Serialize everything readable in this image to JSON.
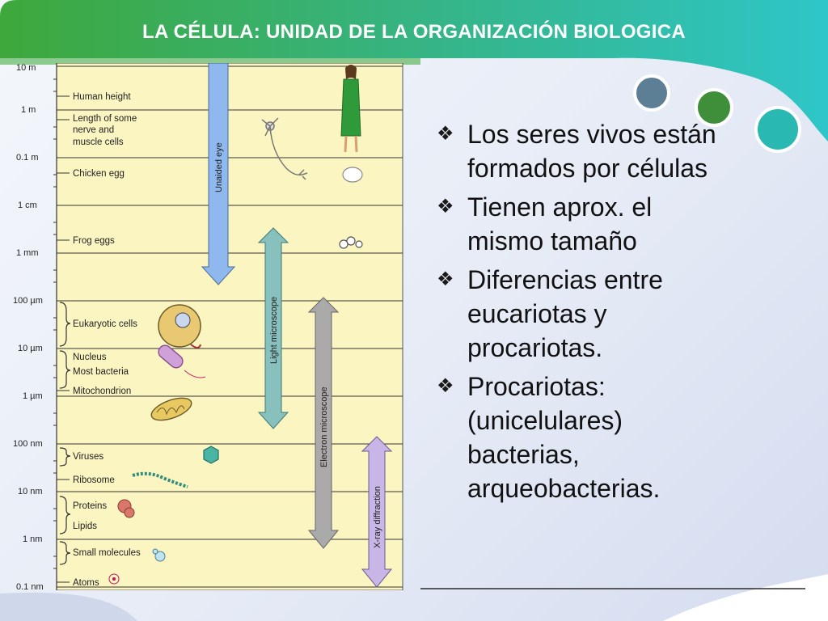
{
  "slide": {
    "title": "LA CÉLULA: UNIDAD DE LA ORGANIZACIÓN BIOLOGICA",
    "accent_green": "#3aa63d",
    "accent_teal": "#2ec4c4"
  },
  "scale": {
    "ticks": [
      "10 m",
      "1 m",
      "0.1 m",
      "1 cm",
      "1 mm",
      "100 µm",
      "10 µm",
      "1 µm",
      "100 nm",
      "10 nm",
      "1 nm",
      "0.1 nm"
    ],
    "items": [
      "Human height",
      "Length of some",
      "nerve and",
      "muscle cells",
      "Chicken egg",
      "Frog eggs",
      "Eukaryotic cells",
      "Nucleus",
      "Most bacteria",
      "Mitochondrion",
      "Viruses",
      "Ribosome",
      "Proteins",
      "Lipids",
      "Small molecules",
      "Atoms"
    ],
    "instruments": [
      "Unaided eye",
      "Light microscope",
      "Electron microscope",
      "X-ray diffraction"
    ]
  },
  "bullets": [
    {
      "line1": "Los seres vivos están",
      "line2": "formados por células",
      "line3": "",
      "line4": ""
    },
    {
      "line1": "Tienen aprox. el",
      "line2": "mismo tamaño",
      "line3": "",
      "line4": ""
    },
    {
      "line1": "Diferencias entre",
      "line2": "eucariotas y",
      "line3": "procariotas.",
      "line4": ""
    },
    {
      "line1": "Procariotas:",
      "line2": "(unicelulares)",
      "line3": "bacterias,",
      "line4": "arqueobacterias."
    }
  ]
}
